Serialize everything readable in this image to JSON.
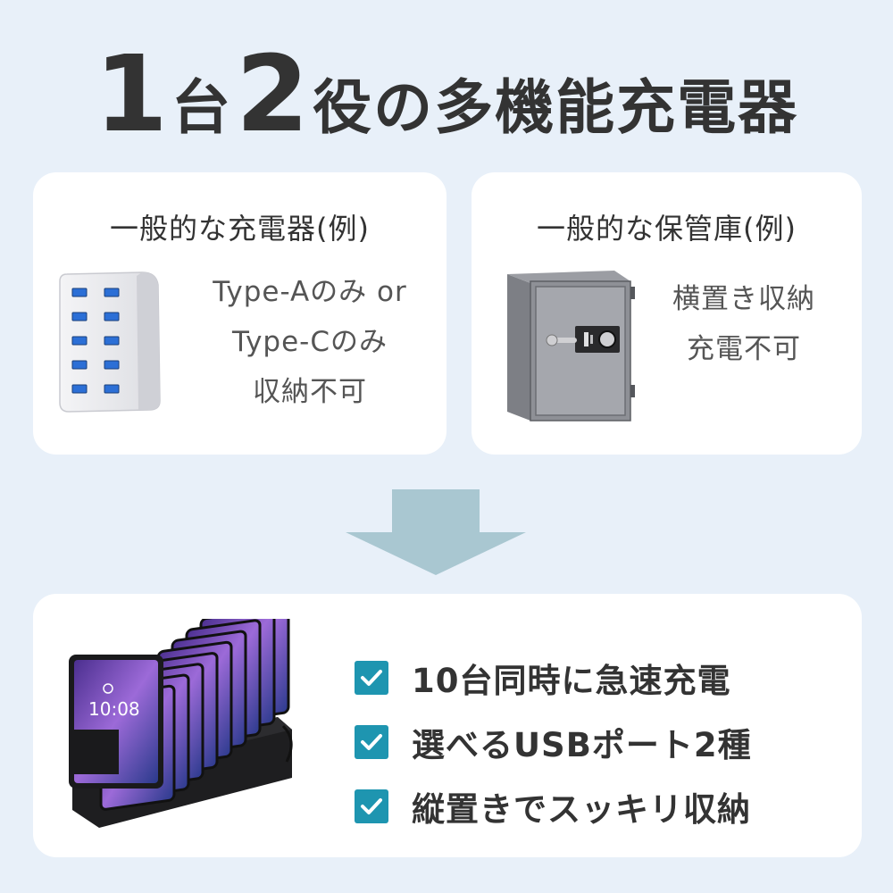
{
  "headline": {
    "num1": "1",
    "unit": "台",
    "num2": "2",
    "rest": "役の多機能充電器"
  },
  "charger_card": {
    "title": "一般的な充電器(例)",
    "lines": [
      "Type-Aのみ or",
      "Type-Cのみ",
      "収納不可"
    ],
    "image": "usb-charger-icon"
  },
  "safe_card": {
    "title": "一般的な保管庫(例)",
    "lines": [
      "横置き収納",
      "充電不可"
    ],
    "image": "safe-icon"
  },
  "arrow": {
    "icon": "arrow-down-icon",
    "color": "#a9c7d1"
  },
  "product_card": {
    "image": "tablet-charging-station-icon",
    "screen_time": "10:08",
    "features": [
      "10台同時に急速充電",
      "選べるUSBポート2種",
      "縦置きでスッキリ収納"
    ],
    "check_color": "#1e95b0"
  }
}
